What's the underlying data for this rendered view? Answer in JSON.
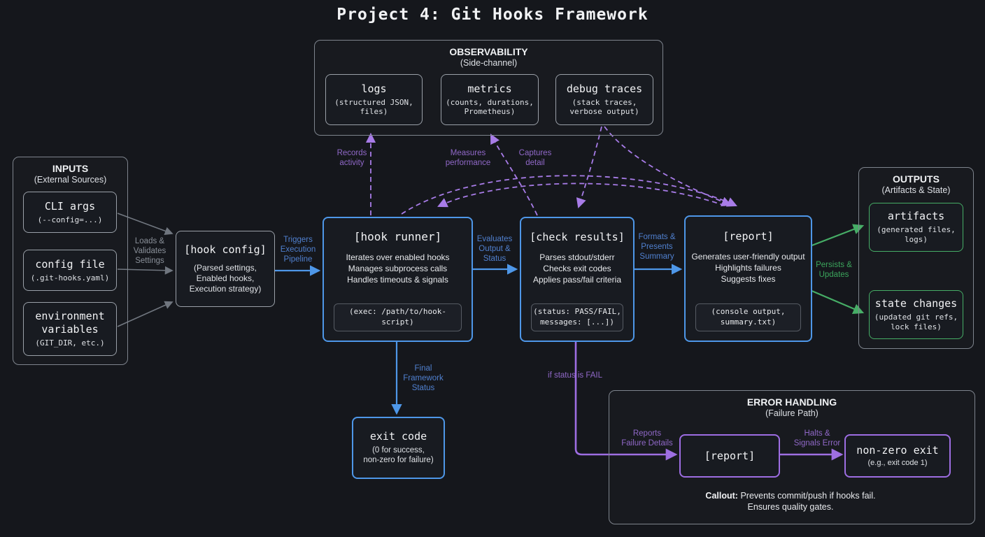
{
  "title": "Project 4: Git Hooks Framework",
  "observability": {
    "title": "OBSERVABILITY",
    "subtitle": "(Side-channel)",
    "items": [
      {
        "title": "logs",
        "desc": "(structured JSON,\nfiles)"
      },
      {
        "title": "metrics",
        "desc": "(counts, durations,\nPrometheus)"
      },
      {
        "title": "debug traces",
        "desc": "(stack traces,\nverbose output)"
      }
    ]
  },
  "inputs": {
    "title": "INPUTS",
    "subtitle": "(External Sources)",
    "items": [
      {
        "title": "CLI args",
        "desc": "(--config=...)"
      },
      {
        "title": "config file",
        "desc": "(.git-hooks.yaml)"
      },
      {
        "title": "environment\nvariables",
        "desc": "(GIT_DIR, etc.)"
      }
    ]
  },
  "hook_config": {
    "title": "[hook config]",
    "desc": "(Parsed settings,\nEnabled hooks,\nExecution strategy)"
  },
  "hook_runner": {
    "title": "[hook runner]",
    "body": "Iterates over enabled hooks\nManages subprocess calls\nHandles timeouts & signals",
    "badge": "(exec: /path/to/hook-script)"
  },
  "check_results": {
    "title": "[check results]",
    "body": "Parses stdout/stderr\nChecks exit codes\nApplies pass/fail criteria",
    "badge": "(status: PASS/FAIL,\nmessages: [...])"
  },
  "report": {
    "title": "[report]",
    "body": "Generates user-friendly output\nHighlights failures\nSuggests fixes",
    "badge": "(console output,\nsummary.txt)"
  },
  "outputs": {
    "title": "OUTPUTS",
    "subtitle": "(Artifacts & State)",
    "items": [
      {
        "title": "artifacts",
        "desc": "(generated files,\nlogs)"
      },
      {
        "title": "state changes",
        "desc": "(updated git refs,\nlock files)"
      }
    ]
  },
  "exit_code": {
    "title": "exit code",
    "desc": "(0 for success,\nnon-zero for failure)"
  },
  "error_handling": {
    "title": "ERROR HANDLING",
    "subtitle": "(Failure Path)",
    "report": {
      "title": "[report]"
    },
    "nonzero_exit": {
      "title": "non-zero exit",
      "desc": "(e.g., exit code 1)"
    },
    "callout_label": "Callout:",
    "callout_line1": "Prevents commit/push if hooks fail.",
    "callout_line2": "Ensures quality gates."
  },
  "edge_labels": {
    "loads": "Loads &\nValidates\nSettings",
    "triggers": "Triggers\nExecution\nPipeline",
    "evaluates": "Evaluates\nOutput &\nStatus",
    "formats": "Formats &\nPresents\nSummary",
    "persists": "Persists &\nUpdates",
    "final_status": "Final\nFramework\nStatus",
    "records": "Records\nactivity",
    "measures": "Measures\nperformance",
    "captures": "Captures\ndetail",
    "if_fail": "if status is FAIL",
    "reports_failure": "Reports\nFailure Details",
    "halts": "Halts &\nSignals Error"
  },
  "colors": {
    "blue": "#4e97e8",
    "purple": "#9d6de2",
    "dashed_purple": "#a87ce8",
    "green": "#46ad66",
    "gray": "#70767f",
    "background": "#15171c"
  }
}
